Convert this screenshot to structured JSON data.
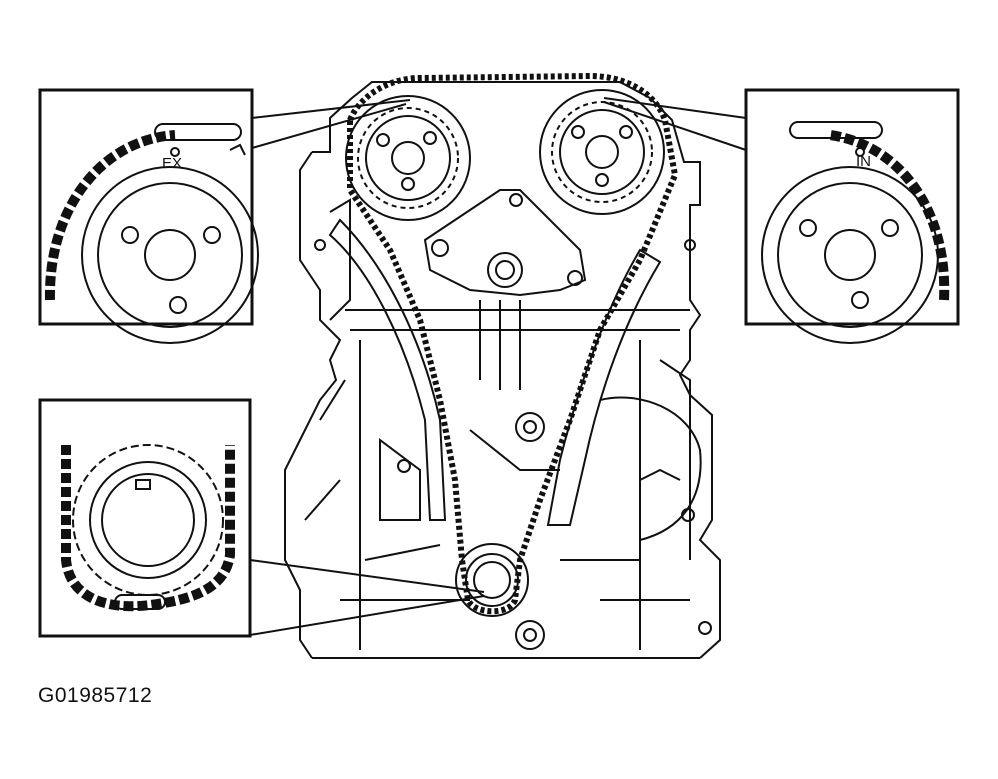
{
  "figure": {
    "code": "G01985712"
  },
  "callouts": {
    "exhaust": {
      "mark": "EX"
    },
    "intake": {
      "mark": "IN"
    }
  }
}
